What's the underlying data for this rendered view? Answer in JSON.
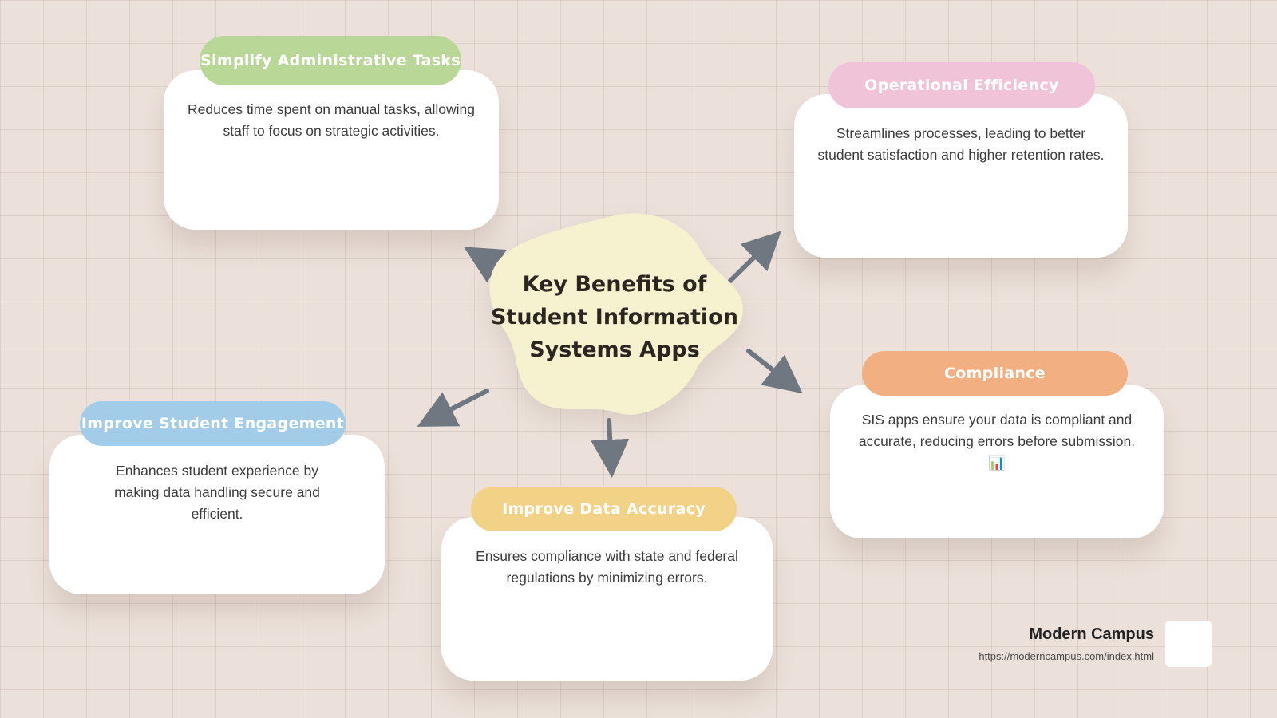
{
  "center": {
    "title_lines": [
      "Key Benefits of",
      "Student Information",
      "Systems Apps"
    ],
    "blob_color": "#f6f2cf"
  },
  "cards": [
    {
      "title": "Simplify Administrative Tasks",
      "body": "Reduces time spent on manual tasks, allowing staff to focus on strategic activities.",
      "pill_color": "#b9d897"
    },
    {
      "title": "Operational Efficiency",
      "body": "Streamlines processes, leading to better student satisfaction and higher retention rates.",
      "pill_color": "#f1c3d9"
    },
    {
      "title": "Improve Student Engagement",
      "body": "Enhances student experience by making data handling secure and efficient.",
      "pill_color": "#a3cce9"
    },
    {
      "title": "Improve Data Accuracy",
      "body": "Ensures compliance with state and federal regulations by minimizing errors.",
      "pill_color": "#f1d286"
    },
    {
      "title": "Compliance",
      "body": "SIS apps ensure your data is compliant and accurate, reducing errors before submission. 📊",
      "pill_color": "#f1af82"
    }
  ],
  "footer": {
    "brand": "Modern Campus",
    "url": "https://moderncampus.com/index.html"
  },
  "colors": {
    "arrow": "#6f7780",
    "background": "#ebe1da"
  }
}
